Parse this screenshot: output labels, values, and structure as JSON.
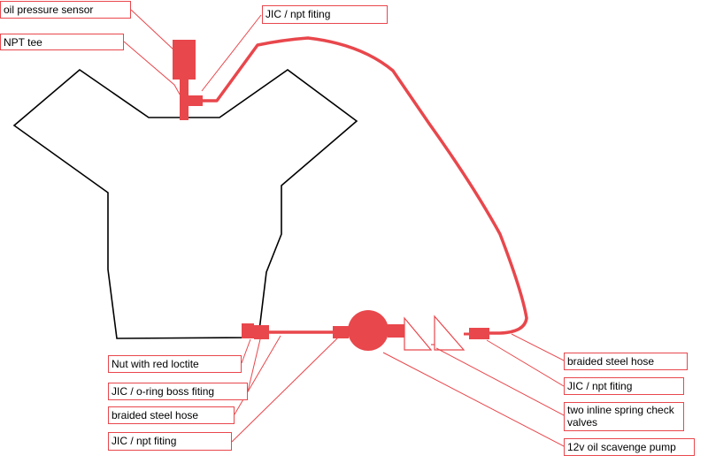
{
  "colors": {
    "accent": "#e8474c",
    "engine_outline": "#000000",
    "background": "#ffffff"
  },
  "labels": {
    "oil_pressure_sensor": "oil pressure sensor",
    "npt_tee": "NPT tee",
    "jic_npt_top": "JIC / npt fiting",
    "nut_red_loctite": "Nut with red loctite",
    "jic_oring_boss": "JIC / o-ring boss fiting",
    "braided_hose_left": "braided steel hose",
    "jic_npt_bottom_left": "JIC / npt fiting",
    "braided_hose_right": "braided steel hose",
    "jic_npt_right": "JIC / npt fiting",
    "check_valves": "two inline spring check valves",
    "scavenge_pump": "12v oil scavenge pump"
  },
  "icons": {
    "engine": "engine-block-outline",
    "pump": "pump-circle",
    "valves": "check-valve-triangles"
  }
}
